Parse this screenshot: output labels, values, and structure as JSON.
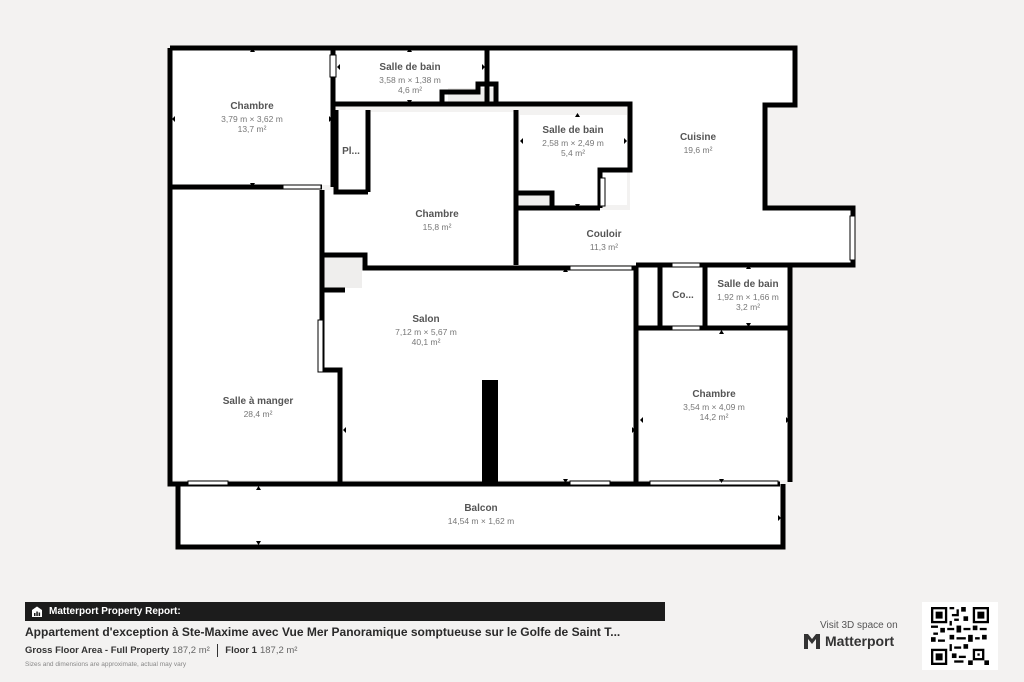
{
  "floorplan": {
    "rooms": [
      {
        "id": "chambre-1",
        "name": "Chambre",
        "dimensions": "3,79 m × 3,62 m",
        "area": "13,7 m²"
      },
      {
        "id": "salle-de-bain-1",
        "name": "Salle de bain",
        "dimensions": "3,58 m × 1,38 m",
        "area": "4,6 m²"
      },
      {
        "id": "placard",
        "name": "Pl...",
        "dimensions": "",
        "area": ""
      },
      {
        "id": "chambre-2",
        "name": "Chambre",
        "dimensions": "",
        "area": "15,8 m²"
      },
      {
        "id": "salle-de-bain-2",
        "name": "Salle de bain",
        "dimensions": "2,58 m × 2,49 m",
        "area": "5,4 m²"
      },
      {
        "id": "cuisine",
        "name": "Cuisine",
        "dimensions": "",
        "area": "19,6 m²"
      },
      {
        "id": "couloir",
        "name": "Couloir",
        "dimensions": "",
        "area": "11,3 m²"
      },
      {
        "id": "co",
        "name": "Co...",
        "dimensions": "",
        "area": ""
      },
      {
        "id": "salle-de-bain-3",
        "name": "Salle de bain",
        "dimensions": "1,92 m × 1,66 m",
        "area": "3,2 m²"
      },
      {
        "id": "salle-a-manger",
        "name": "Salle à manger",
        "dimensions": "",
        "area": "28,4 m²"
      },
      {
        "id": "salon",
        "name": "Salon",
        "dimensions": "7,12 m × 5,67 m",
        "area": "40,1 m²"
      },
      {
        "id": "chambre-3",
        "name": "Chambre",
        "dimensions": "3,54 m × 4,09 m",
        "area": "14,2 m²"
      },
      {
        "id": "balcon",
        "name": "Balcon",
        "dimensions": "14,54 m × 1,62 m",
        "area": ""
      }
    ],
    "colors": {
      "wall": "#000000",
      "floor": "#ffffff",
      "background": "#f3f2f1",
      "closet": "#f0efee"
    }
  },
  "footer": {
    "report_label": "Matterport Property Report:",
    "property_title": "Appartement d'exception à Ste-Maxime avec Vue Mer Panoramique somptueuse sur le Golfe de Saint T...",
    "gross_label": "Gross Floor Area - Full Property",
    "gross_value": "187,2 m²",
    "floor_label": "Floor 1",
    "floor_value": "187,2 m²",
    "disclaimer": "Sizes and dimensions are approximate, actual may vary",
    "visit_text": "Visit 3D space on",
    "brand": "Matterport",
    "qr_icon": "qr-code"
  }
}
